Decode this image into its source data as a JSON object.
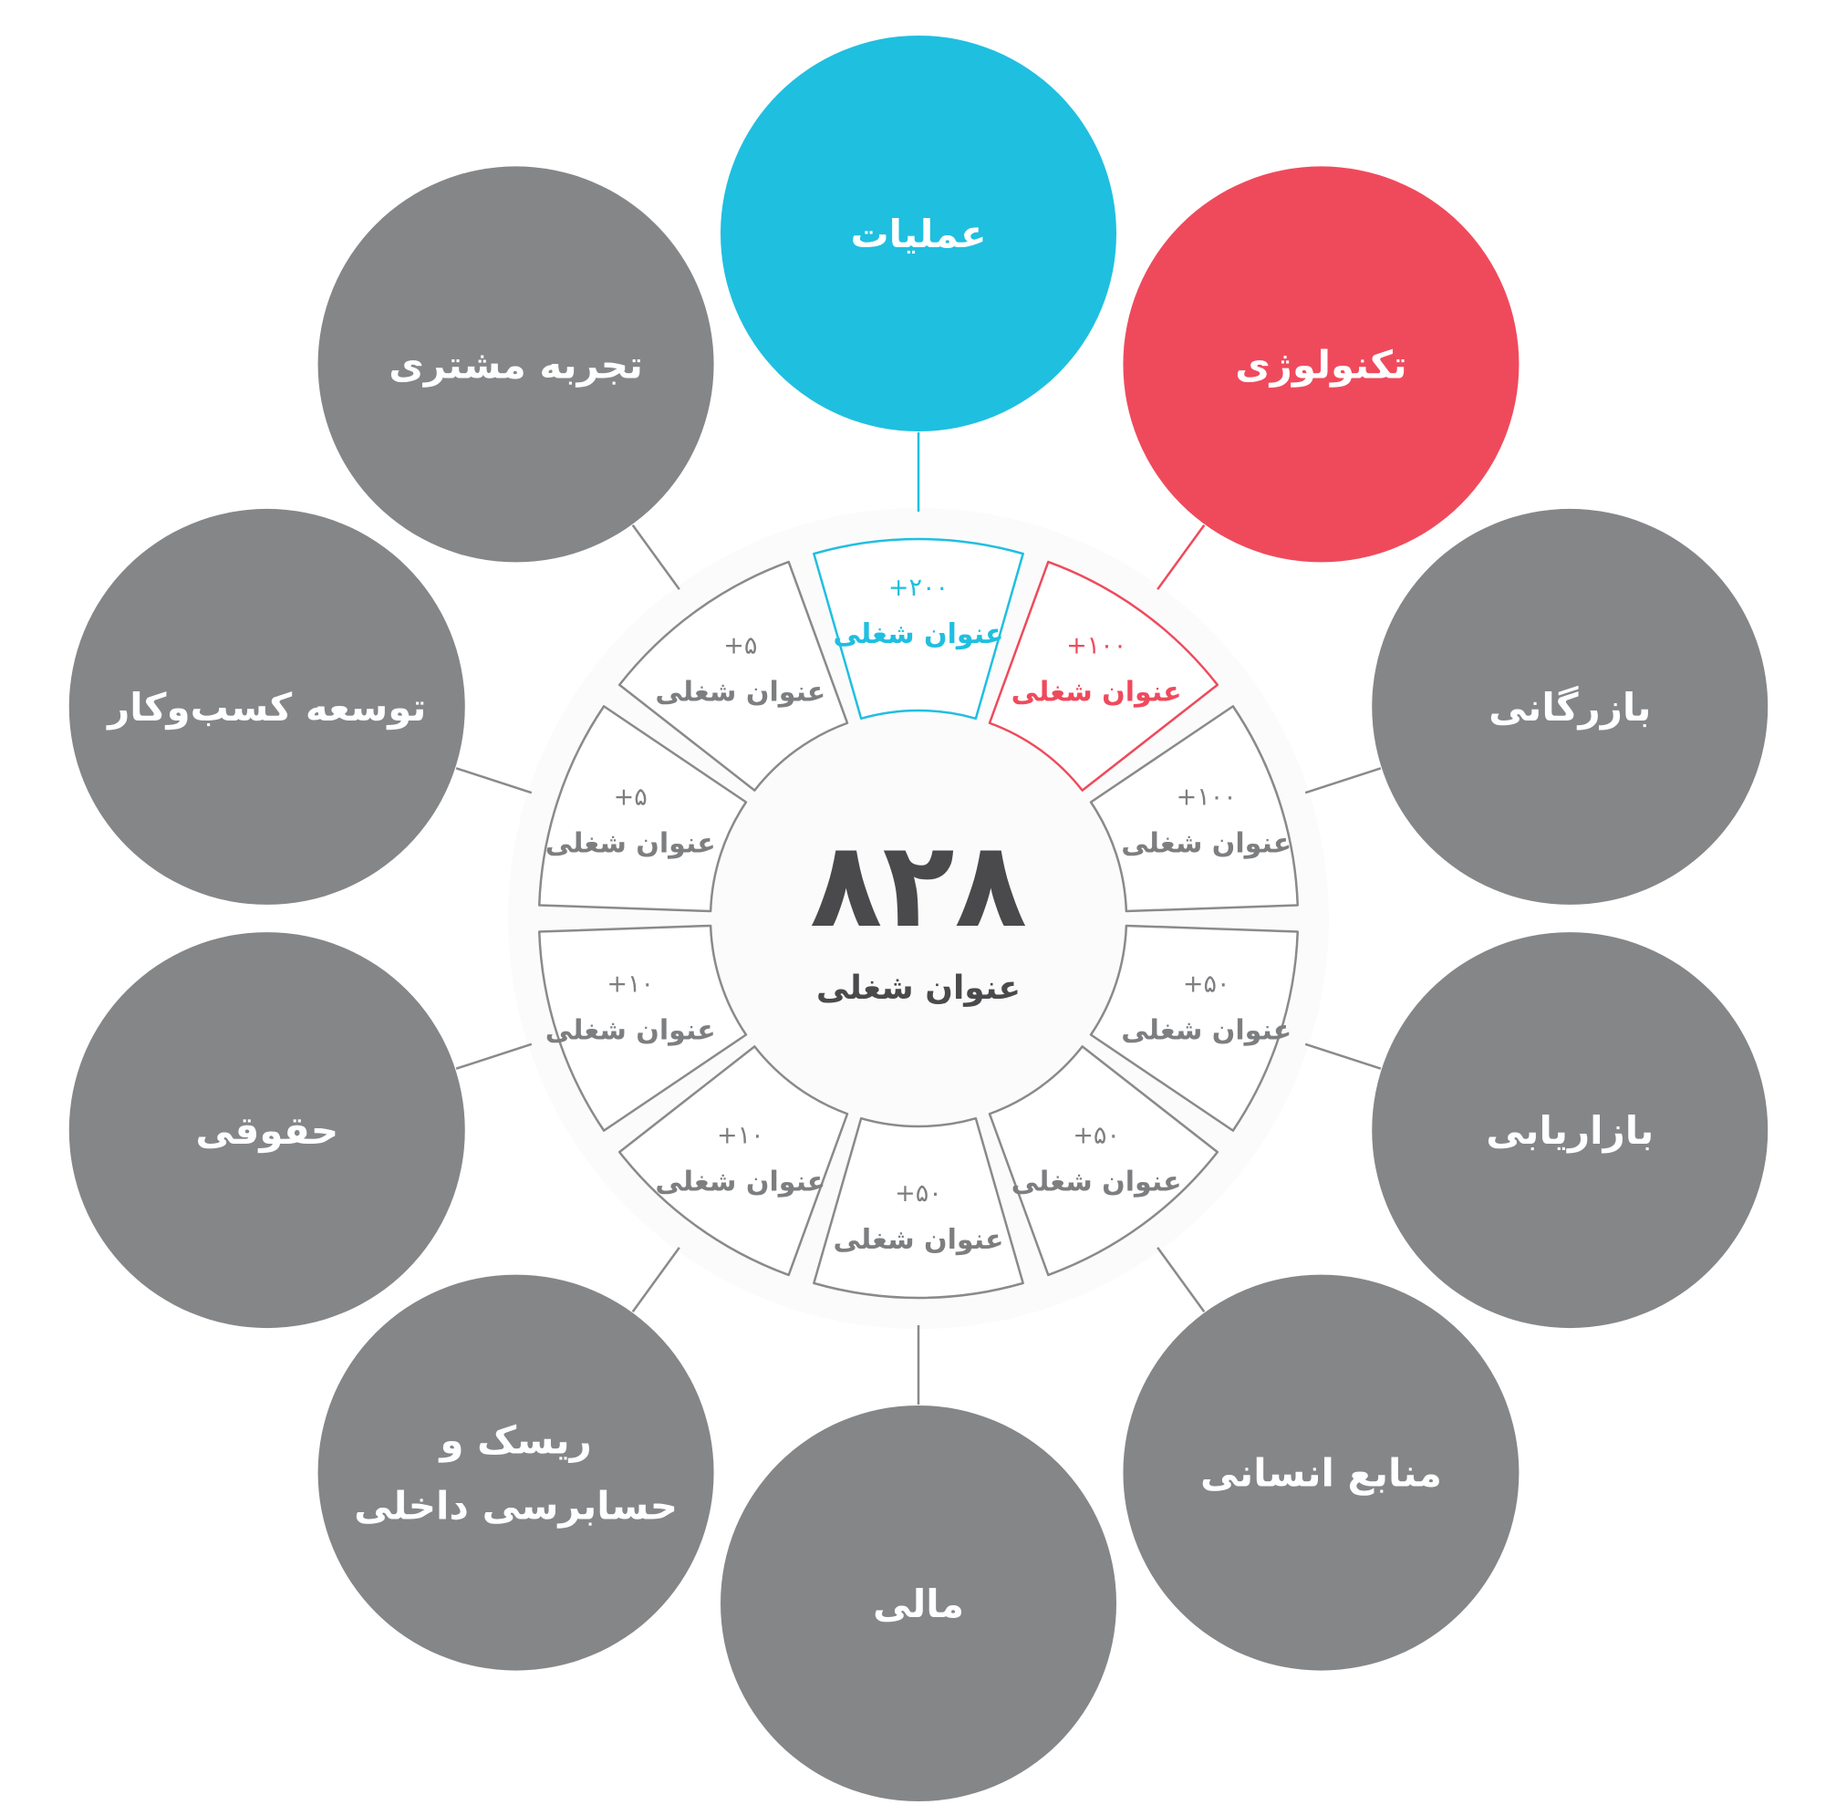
{
  "center": {
    "total": "۸۲۸",
    "label": "عنوان شغلی"
  },
  "colors": {
    "gray": "#858688",
    "stroke": "#8a8a8c",
    "blue": "#1fbfe0",
    "red": "#ef4a5c",
    "text": "#4a4a4c"
  },
  "departments": [
    {
      "name": [
        "عملیات"
      ],
      "value": "+۲۰۰",
      "title": "عنوان شغلی",
      "color": "blue"
    },
    {
      "name": [
        "تکنولوژی"
      ],
      "value": "+۱۰۰",
      "title": "عنوان شغلی",
      "color": "red"
    },
    {
      "name": [
        "بازرگانی"
      ],
      "value": "+۱۰۰",
      "title": "عنوان شغلی",
      "color": "gray"
    },
    {
      "name": [
        "بازاریابی"
      ],
      "value": "+۵۰",
      "title": "عنوان شغلی",
      "color": "gray"
    },
    {
      "name": [
        "منابع انسانی"
      ],
      "value": "+۵۰",
      "title": "عنوان شغلی",
      "color": "gray"
    },
    {
      "name": [
        "مالی"
      ],
      "value": "+۵۰",
      "title": "عنوان شغلی",
      "color": "gray"
    },
    {
      "name": [
        "ریسک و",
        "حسابرسی داخلی"
      ],
      "value": "+۱۰",
      "title": "عنوان شغلی",
      "color": "gray"
    },
    {
      "name": [
        "حقوقی"
      ],
      "value": "+۱۰",
      "title": "عنوان شغلی",
      "color": "gray"
    },
    {
      "name": [
        "توسعه کسب‌وکار"
      ],
      "value": "+۵",
      "title": "عنوان شغلی",
      "color": "gray"
    },
    {
      "name": [
        "تجربه مشتری"
      ],
      "value": "+۵",
      "title": "عنوان شغلی",
      "color": "gray"
    }
  ]
}
